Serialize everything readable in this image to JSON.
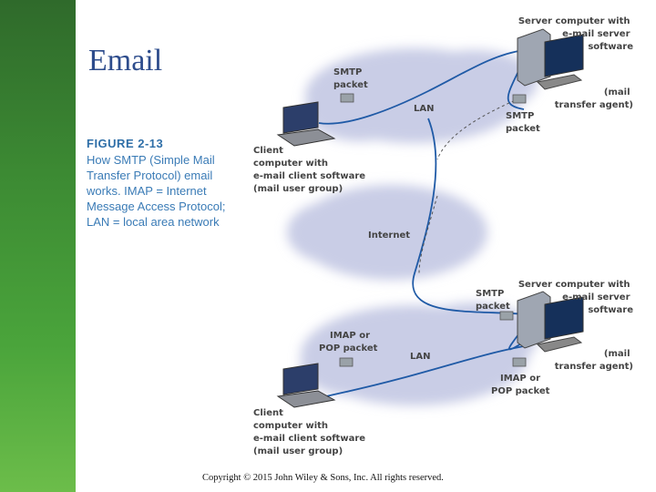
{
  "slide": {
    "title": "Email",
    "copyright": "Copyright © 2015 John Wiley & Sons, Inc. All rights reserved."
  },
  "caption": {
    "figure": "FIGURE 2-13",
    "text": "How SMTP (Simple Mail Transfer Protocol) email works. IMAP = Internet Message Access Protocol; LAN = local area network"
  },
  "diagram": {
    "top": {
      "server_label": [
        "Server computer with",
        "e-mail server",
        "software"
      ],
      "mta_label": [
        "(mail",
        "transfer agent)"
      ],
      "smtp_packet_top": [
        "SMTP",
        "packet"
      ],
      "smtp_packet_right": [
        "SMTP",
        "packet"
      ],
      "lan": "LAN",
      "client_label": [
        "Client",
        "computer with",
        "e-mail client software",
        "(mail user group)"
      ]
    },
    "internet": "Internet",
    "bottom": {
      "server_label": [
        "Server computer with",
        "e-mail server",
        "software"
      ],
      "mta_label": [
        "(mail",
        "transfer agent)"
      ],
      "smtp_packet": [
        "SMTP",
        "packet"
      ],
      "imap_pop_packet_left": [
        "IMAP or",
        "POP packet"
      ],
      "imap_pop_packet_right": [
        "IMAP or",
        "POP packet"
      ],
      "lan": "LAN",
      "client_label": [
        "Client",
        "computer with",
        "e-mail client software",
        "(mail user group)"
      ]
    }
  },
  "colors": {
    "sidebar": "#3c8a33",
    "title": "#2d4c8c",
    "caption": "#2f6fa8",
    "cloud": "#c9cde6",
    "line": "#1f5aa6"
  }
}
